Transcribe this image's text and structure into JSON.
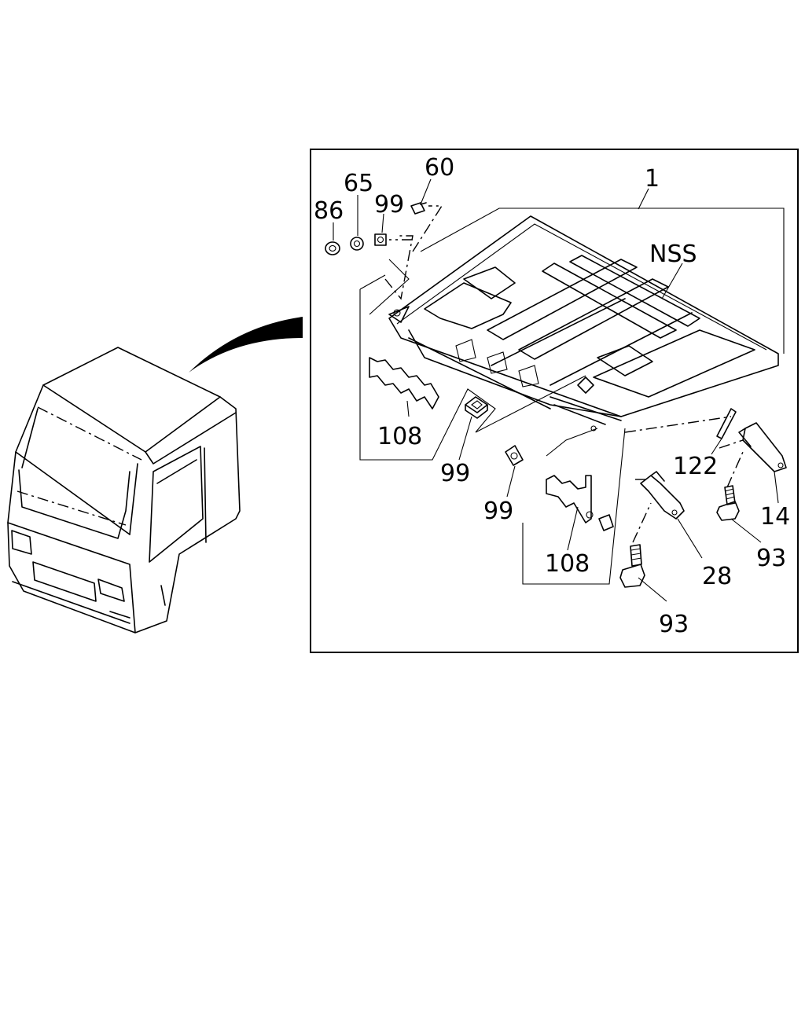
{
  "callouts": {
    "c86": "86",
    "c65": "65",
    "c60": "60",
    "c99_top": "99",
    "c1": "1",
    "nss": "NSS",
    "c108_left": "108",
    "c99_mid": "99",
    "c99_low": "99",
    "c122": "122",
    "c14": "14",
    "c93_right": "93",
    "c108_low": "108",
    "c28": "28",
    "c93_bottom": "93"
  }
}
